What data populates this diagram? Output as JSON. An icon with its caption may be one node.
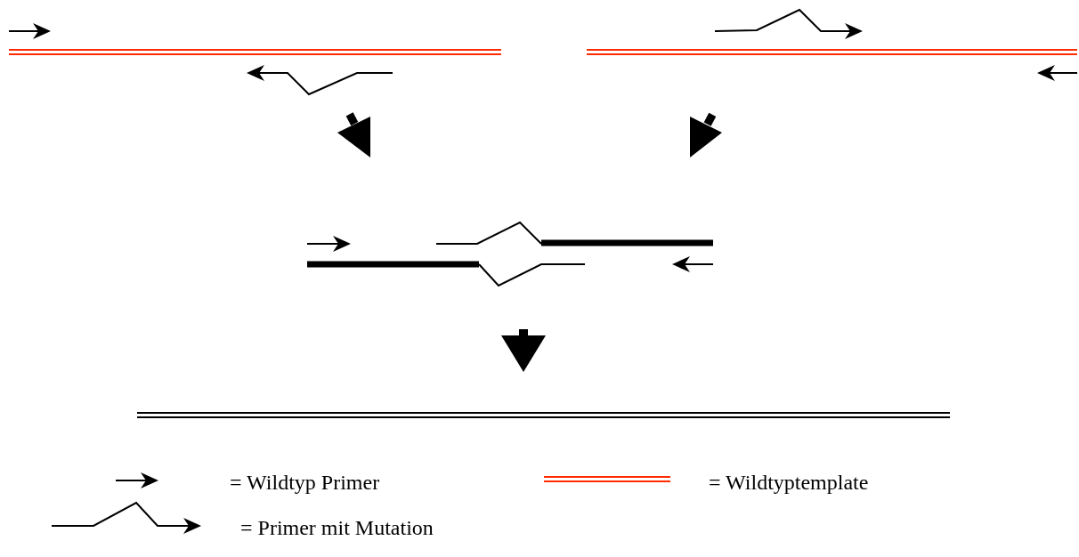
{
  "diagram": {
    "legend": [
      {
        "text": "= Wildtyp Primer"
      },
      {
        "text": "= Wildtyptemplate"
      },
      {
        "text": "= Primer mit Mutation"
      }
    ]
  }
}
